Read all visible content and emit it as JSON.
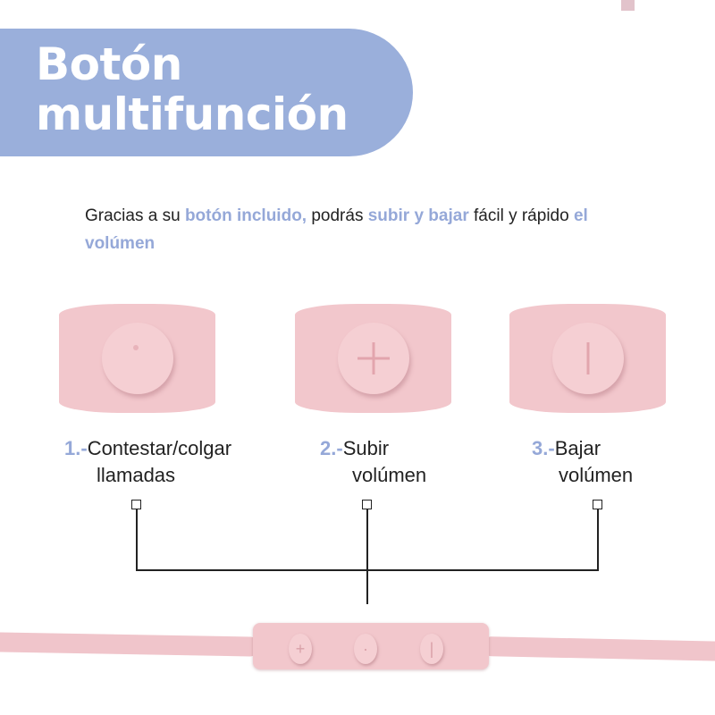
{
  "header": {
    "title_line1": "Botón",
    "title_line2": "multifunción"
  },
  "intro": {
    "t1": "Gracias a su ",
    "h1": "botón incluido,",
    "t2": " podrás ",
    "h2": "subir y bajar",
    "t3": " fácil y rápido ",
    "h3": "el volúmen"
  },
  "functions": [
    {
      "number": "1.-",
      "line1": "Contestar/colgar",
      "line2": "llamadas",
      "icon": "dot-icon"
    },
    {
      "number": "2.-",
      "line1": "Subir",
      "line2": "volúmen",
      "icon": "plus-icon"
    },
    {
      "number": "3.-",
      "line1": "Bajar",
      "line2": "volúmen",
      "icon": "minus-icon"
    }
  ],
  "colors": {
    "accent": "#9aafdb",
    "product": "#f2c7cc"
  }
}
